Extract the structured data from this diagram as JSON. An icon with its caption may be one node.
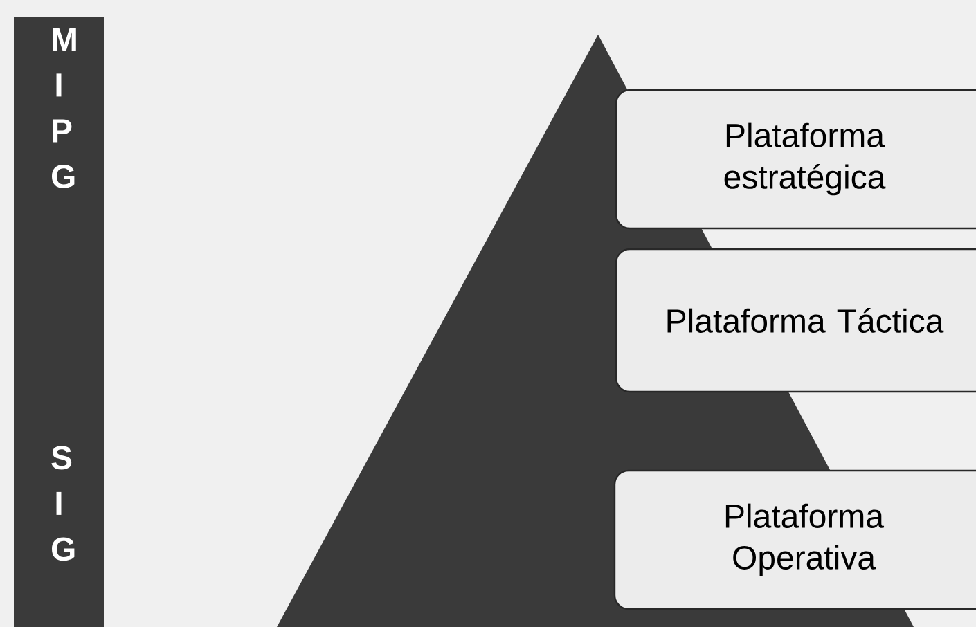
{
  "diagram": {
    "nodes": [
      {
        "text": [
          "M I P G",
          "S I G"
        ]
      },
      {
        "text": [],
        "shape": "triangle"
      },
      {
        "text": [
          "Plataforma estratégica"
        ]
      },
      {
        "text": [
          "Plataforma Táctica"
        ]
      },
      {
        "text": [
          "Plataforma Operativa"
        ]
      }
    ]
  }
}
